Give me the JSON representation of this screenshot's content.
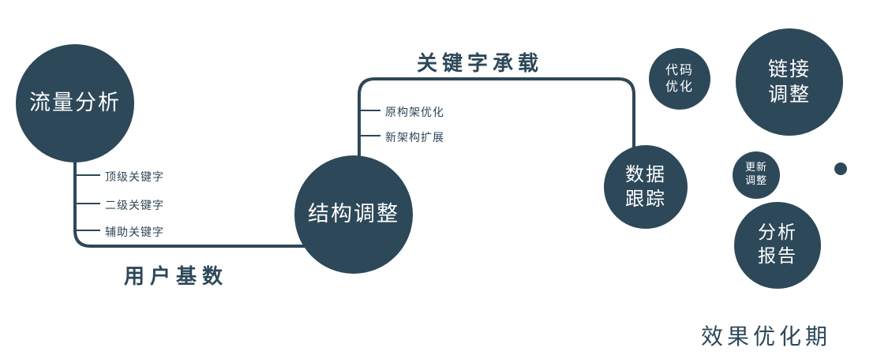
{
  "colors": {
    "primary": "#2d4859",
    "background": "#ffffff"
  },
  "nodes": {
    "traffic_analysis": {
      "label": "流量分析"
    },
    "structure_adjust": {
      "label": "结构调整"
    },
    "data_tracking": {
      "lines": [
        "数据",
        "跟踪"
      ]
    },
    "code_optimization": {
      "lines": [
        "代码",
        "优化"
      ]
    },
    "link_adjustment": {
      "lines": [
        "链接",
        "调整"
      ]
    },
    "update_adjustment": {
      "lines": [
        "更新",
        "调整"
      ]
    },
    "analysis_report": {
      "lines": [
        "分析",
        "报告"
      ]
    }
  },
  "edge_labels": {
    "keyword_carrying": "关键字承载",
    "user_base": "用户基数"
  },
  "branches": {
    "traffic": [
      "顶级关键字",
      "二级关键字",
      "辅助关键字"
    ],
    "structure": [
      "原构架优化",
      "新架构扩展"
    ]
  },
  "caption": "效果优化期"
}
